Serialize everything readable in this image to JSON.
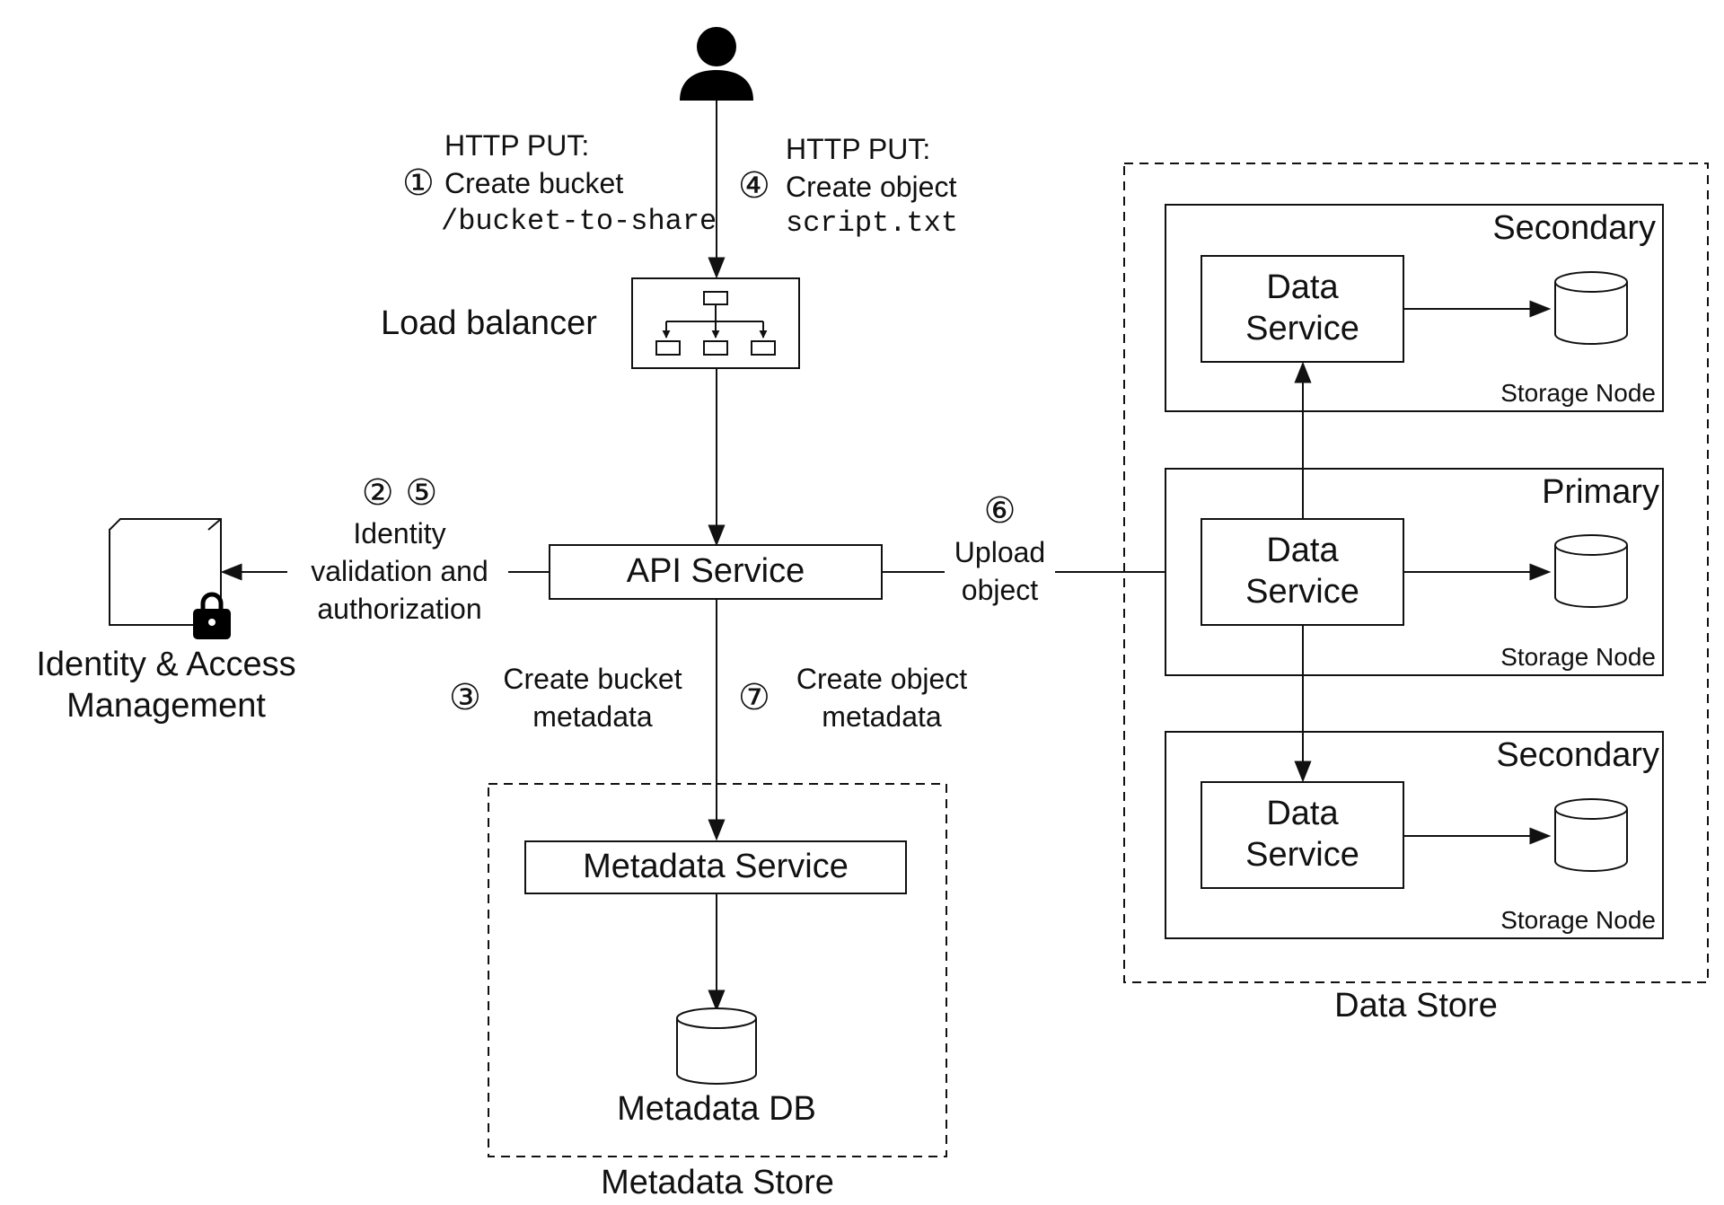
{
  "user": {
    "icon": "user-icon"
  },
  "iam": {
    "icon": "cube-lock-icon",
    "label_line1": "Identity & Access",
    "label_line2": "Management"
  },
  "load_balancer": {
    "label": "Load balancer",
    "icon": "hierarchy-icon"
  },
  "api_service": {
    "label": "API Service"
  },
  "metadata_store": {
    "label": "Metadata Store",
    "service_label": "Metadata Service",
    "db_label": "Metadata DB"
  },
  "data_store": {
    "label": "Data Store",
    "nodes": [
      {
        "role": "Secondary",
        "service_line1": "Data",
        "service_line2": "Service",
        "node_label": "Storage Node"
      },
      {
        "role": "Primary",
        "service_line1": "Data",
        "service_line2": "Service",
        "node_label": "Storage Node"
      },
      {
        "role": "Secondary",
        "service_line1": "Data",
        "service_line2": "Service",
        "node_label": "Storage Node"
      }
    ]
  },
  "steps": {
    "s1": {
      "num": "①",
      "line1": "HTTP PUT:",
      "line2": "Create bucket",
      "line3": "/bucket-to-share"
    },
    "s2_5": {
      "nums": "② ⑤",
      "line1": "Identity",
      "line2": "validation and",
      "line3": "authorization"
    },
    "s3": {
      "num": "③",
      "line1": "Create bucket",
      "line2": "metadata"
    },
    "s4": {
      "num": "④",
      "line1": "HTTP PUT:",
      "line2": "Create object",
      "line3": "script.txt"
    },
    "s6": {
      "num": "⑥",
      "line1": "Upload",
      "line2": "object"
    },
    "s7": {
      "num": "⑦",
      "line1": "Create object",
      "line2": "metadata"
    }
  }
}
